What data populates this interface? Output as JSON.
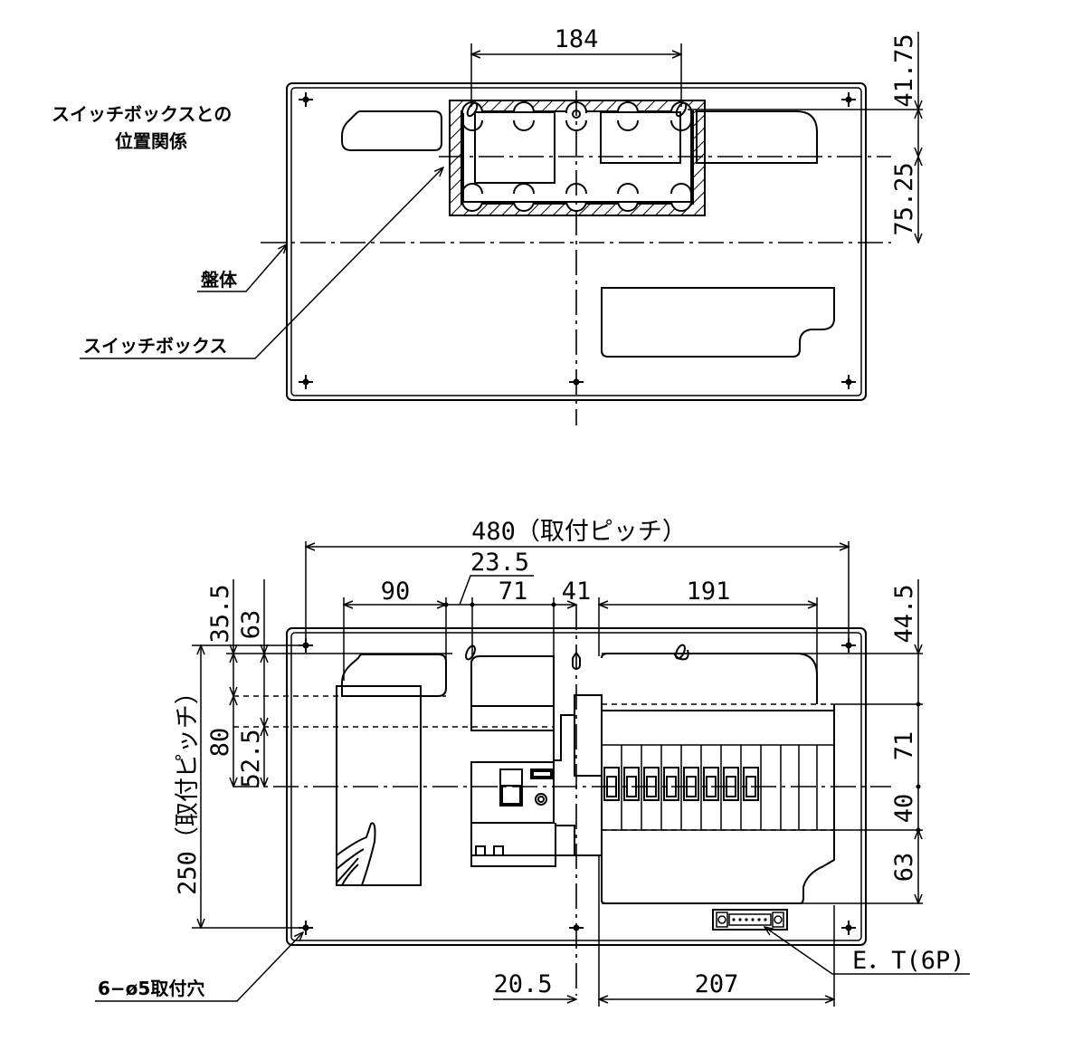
{
  "top_view": {
    "labels": {
      "relation_line1": "スイッチボックスとの",
      "relation_line2": "位置関係",
      "panel_body": "盤体",
      "switch_box": "スイッチボックス"
    },
    "dims": {
      "width_184": "184",
      "v_41_75": "41.75",
      "v_75_25": "75.25"
    }
  },
  "bottom_view": {
    "dims": {
      "pitch_480": "480（取付ピッチ）",
      "d_23_5": "23.5",
      "d_90": "90",
      "d_71_top": "71",
      "d_41": "41",
      "d_191": "191",
      "d_35_5": "35.5",
      "d_63_left": "63",
      "d_80": "80",
      "d_52_5": "52.5",
      "pitch_250": "250（取付ピッチ）",
      "d_44_5": "44.5",
      "d_71_right": "71",
      "d_40": "40",
      "d_63_right": "63",
      "d_20_5": "20.5",
      "d_207": "207"
    },
    "labels": {
      "mount_holes": "6−ø5取付穴",
      "et": "E．T(6P)"
    }
  }
}
